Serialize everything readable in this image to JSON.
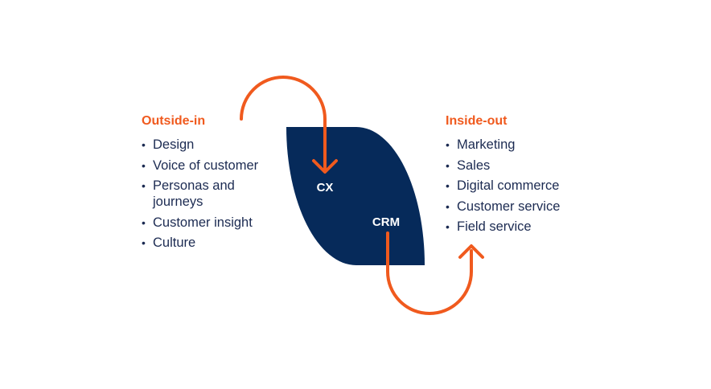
{
  "outside_in": {
    "heading": "Outside-in",
    "items": [
      "Design",
      "Voice of customer",
      "Personas and journeys",
      "Customer insight",
      "Culture"
    ]
  },
  "inside_out": {
    "heading": "Inside-out",
    "items": [
      "Marketing",
      "Sales",
      "Digital commerce",
      "Customer service",
      "Field service"
    ]
  },
  "shape": {
    "label_cx": "CX",
    "label_crm": "CRM"
  },
  "colors": {
    "accent": "#f05a1e",
    "navy": "#062a5a",
    "text": "#1c2b52"
  }
}
